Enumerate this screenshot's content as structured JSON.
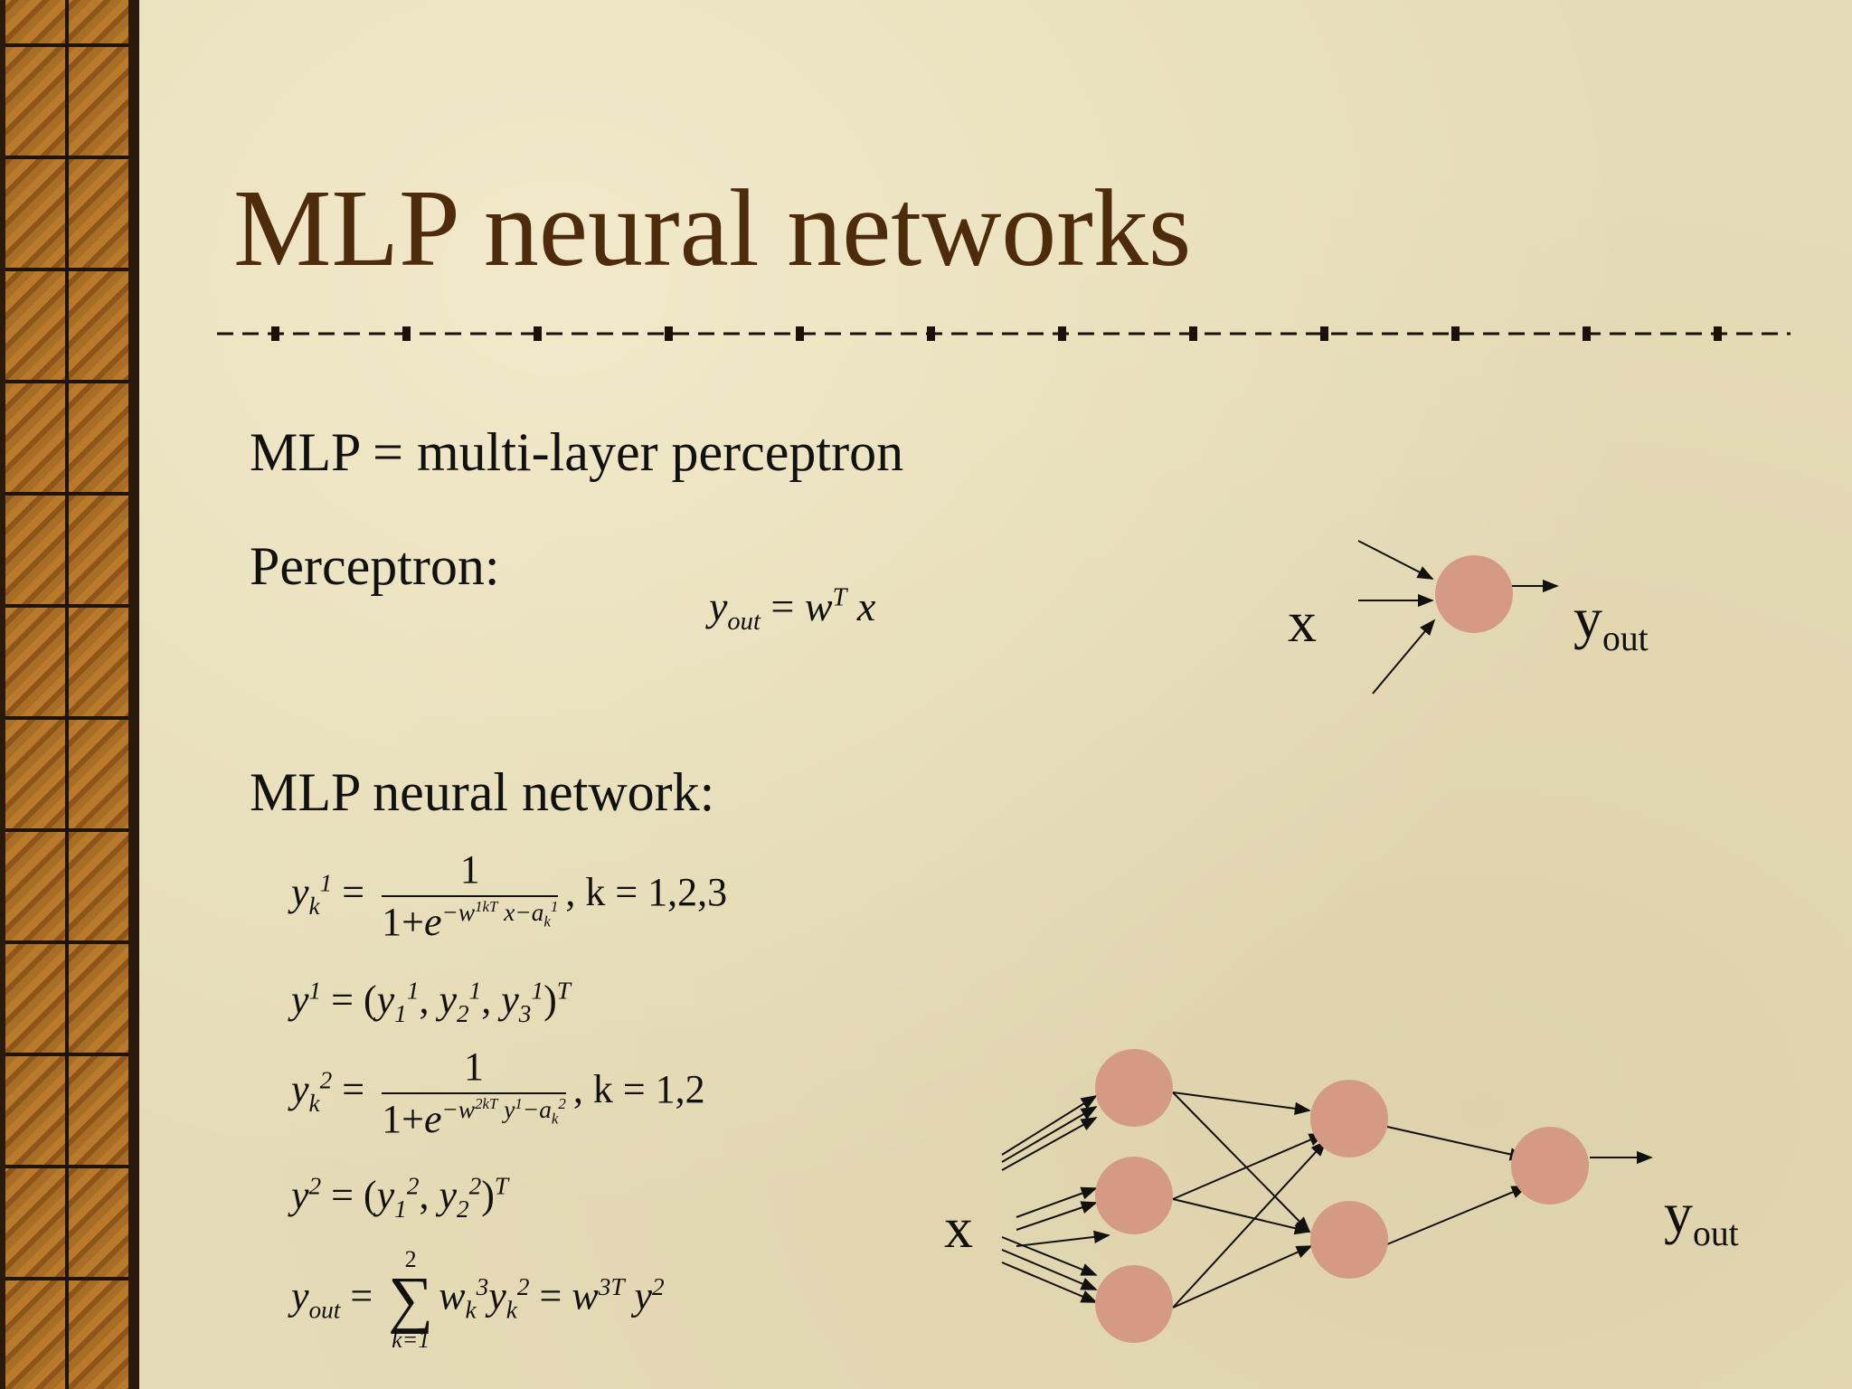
{
  "title": "MLP neural networks",
  "lines": {
    "definition": "MLP = multi-layer perceptron",
    "perceptron": "Perceptron:",
    "mlp": "MLP neural network:"
  },
  "formulas": {
    "perceptron": "y_out = w^T x",
    "eq1": "y_k^1 = 1 / (1 + e^(-w^{1kT} x - a_k^1)), k = 1,2,3",
    "eq2": "y^1 = (y_1^1, y_2^1, y_3^1)^T",
    "eq3": "y_k^2 = 1 / (1 + e^(-w^{2kT} y^1 - a_k^2)), k = 1,2",
    "eq4": "y^2 = (y_1^2, y_2^2)^T",
    "eq5": "y_out = sum_{k=1}^{2} w_k^3 y_k^2 = w^{3T} y^2",
    "eq1_tail": ", k = 1,2,3",
    "eq3_tail": ", k = 1,2",
    "one": "1",
    "sum_top": "2",
    "sum_bottom": "k=1"
  },
  "diagram": {
    "input_label": "x",
    "output_label": "y",
    "output_subscript": "out"
  },
  "colors": {
    "title": "#4e2b0b",
    "node": "#d49a84",
    "background": "#e5dbb6",
    "sidebar": "#a86a24"
  }
}
